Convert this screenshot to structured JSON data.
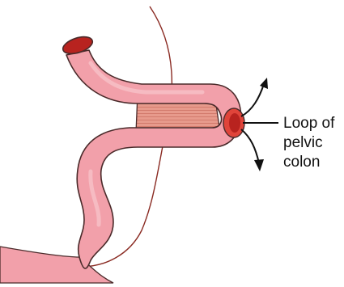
{
  "diagram": {
    "label_lines": [
      "Loop of",
      "pelvic",
      "colon"
    ],
    "colors": {
      "colon_fill": "#f2a0aa",
      "colon_outline": "#4a2a2a",
      "colon_highlight": "#f8c6cc",
      "lumen_dark": "#b8231f",
      "lumen_red": "#e0443a",
      "mesocolon_fill": "#e79a8c",
      "mesocolon_stripe": "#c96d5e",
      "thread": "#8a2a22",
      "arrow": "#111111"
    }
  }
}
